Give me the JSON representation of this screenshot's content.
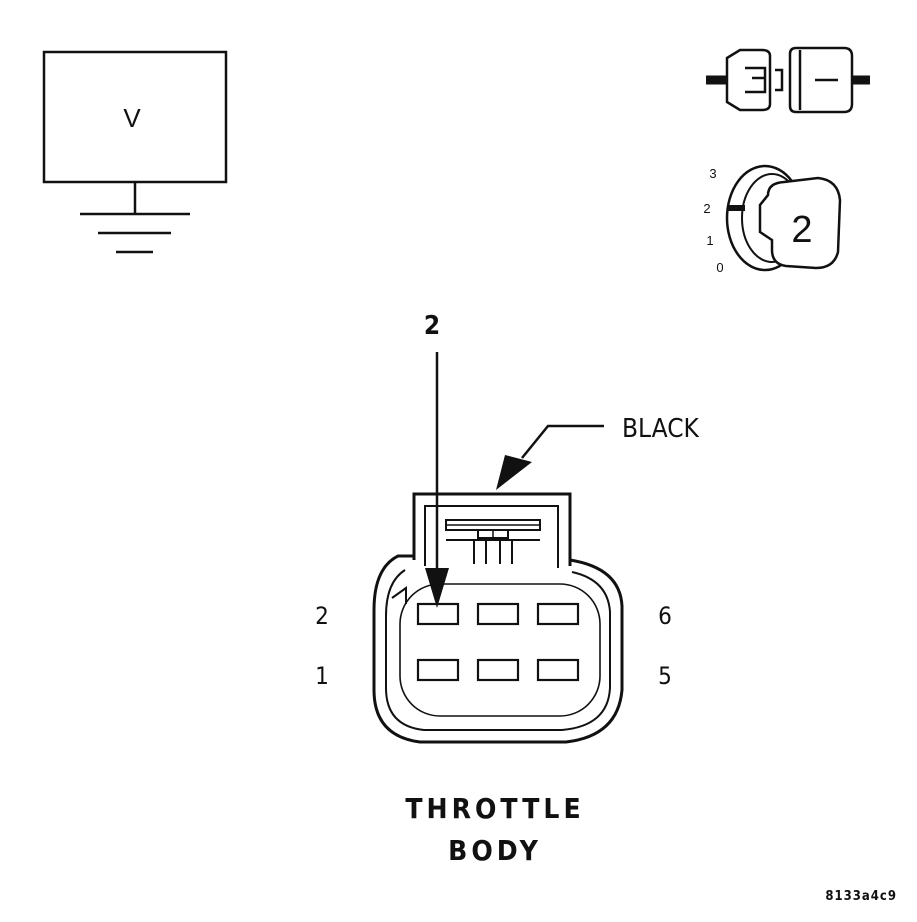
{
  "meter": {
    "label": "V"
  },
  "ignition": {
    "positions": [
      "3",
      "2",
      "1",
      "0"
    ],
    "key_position": "2"
  },
  "callout": {
    "pin": "2"
  },
  "connector": {
    "color_label": "BLACK",
    "left_top": "2",
    "left_bottom": "1",
    "right_top": "6",
    "right_bottom": "5",
    "name_line1": "THROTTLE",
    "name_line2": "BODY"
  },
  "figure_id": "8133a4c9",
  "colors": {
    "ink": "#111111",
    "background": "#ffffff"
  }
}
